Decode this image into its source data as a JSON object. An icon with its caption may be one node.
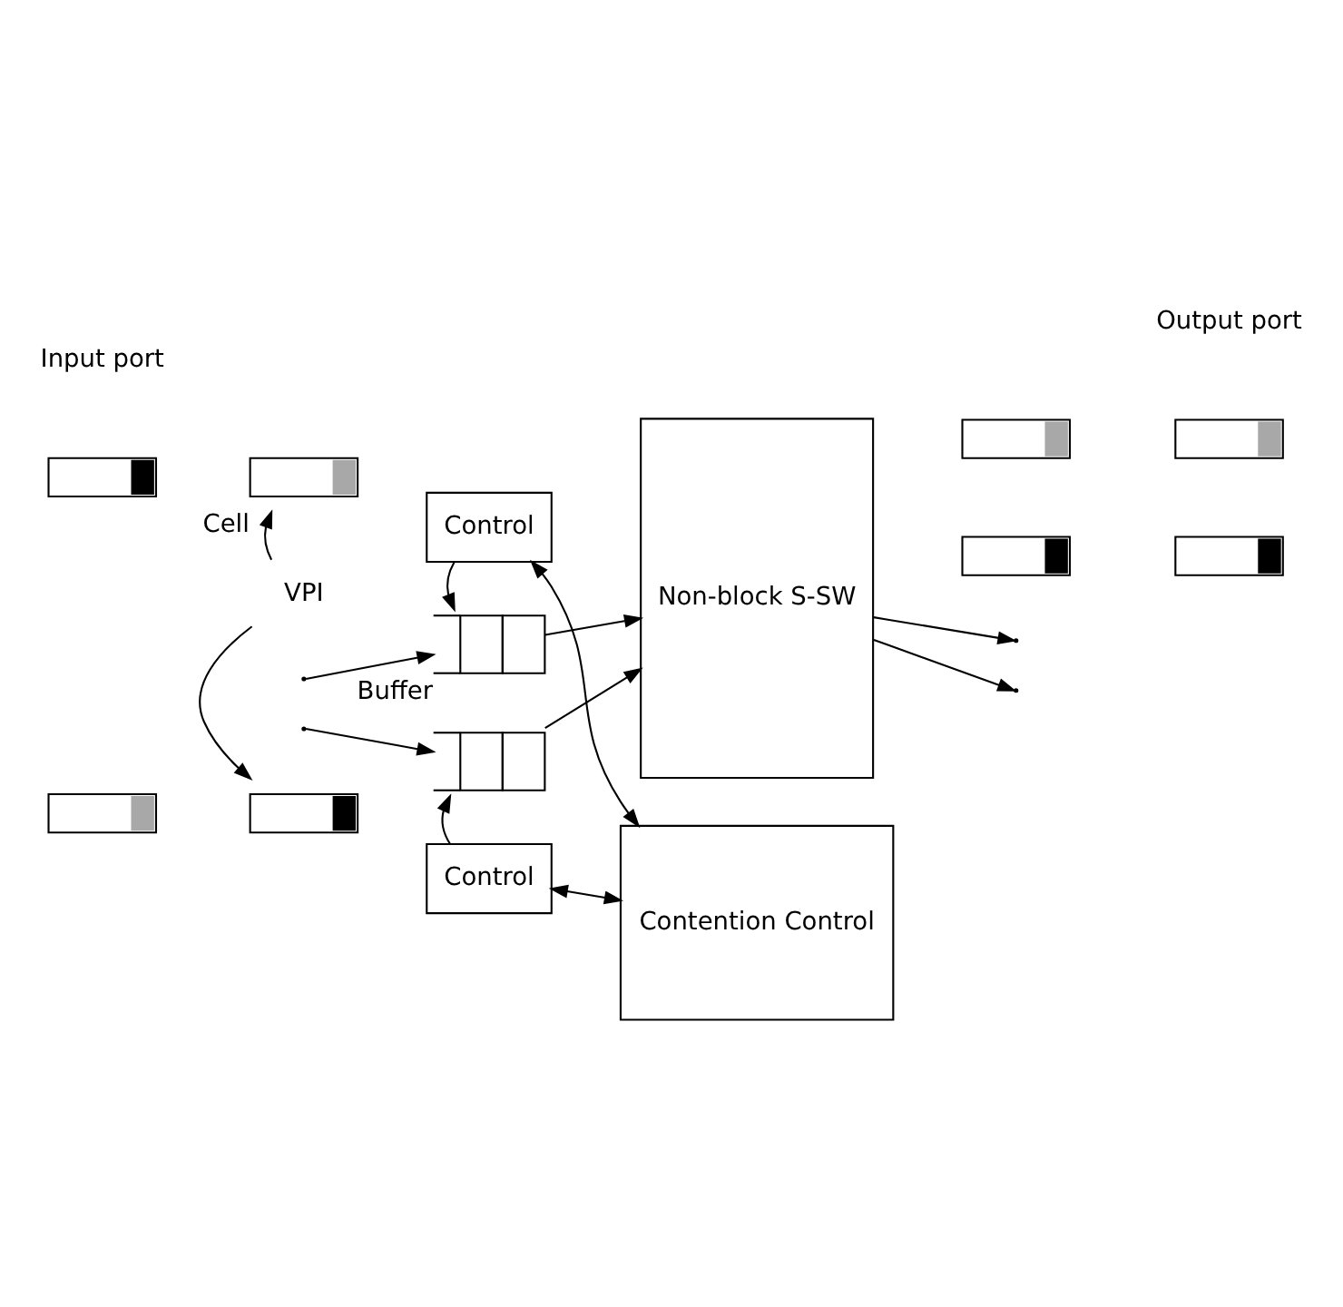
{
  "diagram": {
    "nodes": [
      {
        "text": [
          "VPI"
        ]
      },
      {
        "text": [],
        "shape": "box"
      },
      {
        "text": [],
        "shape": "box",
        "beside": [
          "Cell"
        ]
      },
      {
        "text": [],
        "shape": "box"
      },
      {
        "text": [],
        "shape": "box"
      },
      {
        "text": [],
        "shape": "box",
        "beside": [
          "Buffer"
        ]
      },
      {
        "text": [
          "Control"
        ]
      },
      {
        "text": [],
        "shape": "box"
      },
      {
        "text": [
          "Control"
        ]
      },
      {
        "text": [
          "Non-block S-SW"
        ]
      },
      {
        "text": [],
        "shape": "box"
      },
      {
        "text": [],
        "shape": "box"
      },
      {
        "text": [],
        "shape": "box"
      },
      {
        "text": [],
        "shape": "box"
      },
      {
        "text": [
          "Contention Control"
        ]
      }
    ],
    "edges": [
      {
        "from": null,
        "to": 5,
        "arrow": "to"
      },
      {
        "from": 5,
        "to": 9,
        "arrow": "to"
      },
      {
        "from": 9,
        "to": null,
        "arrow": "to"
      },
      {
        "from": 6,
        "to": 5,
        "arrow": "to"
      },
      {
        "from": null,
        "to": 7,
        "arrow": "to"
      },
      {
        "from": 7,
        "to": 9,
        "arrow": "to"
      },
      {
        "from": 9,
        "to": null,
        "arrow": "to"
      },
      {
        "from": 8,
        "to": 7,
        "arrow": "to"
      },
      {
        "from": 14,
        "to": 6,
        "arrow": "both"
      },
      {
        "from": 14,
        "to": 8,
        "arrow": "both"
      },
      {
        "from": 0,
        "to": 2,
        "arrow": "to"
      },
      {
        "from": 0,
        "to": 4,
        "arrow": "to"
      }
    ],
    "labels": [
      "Input port",
      "Output port"
    ]
  }
}
